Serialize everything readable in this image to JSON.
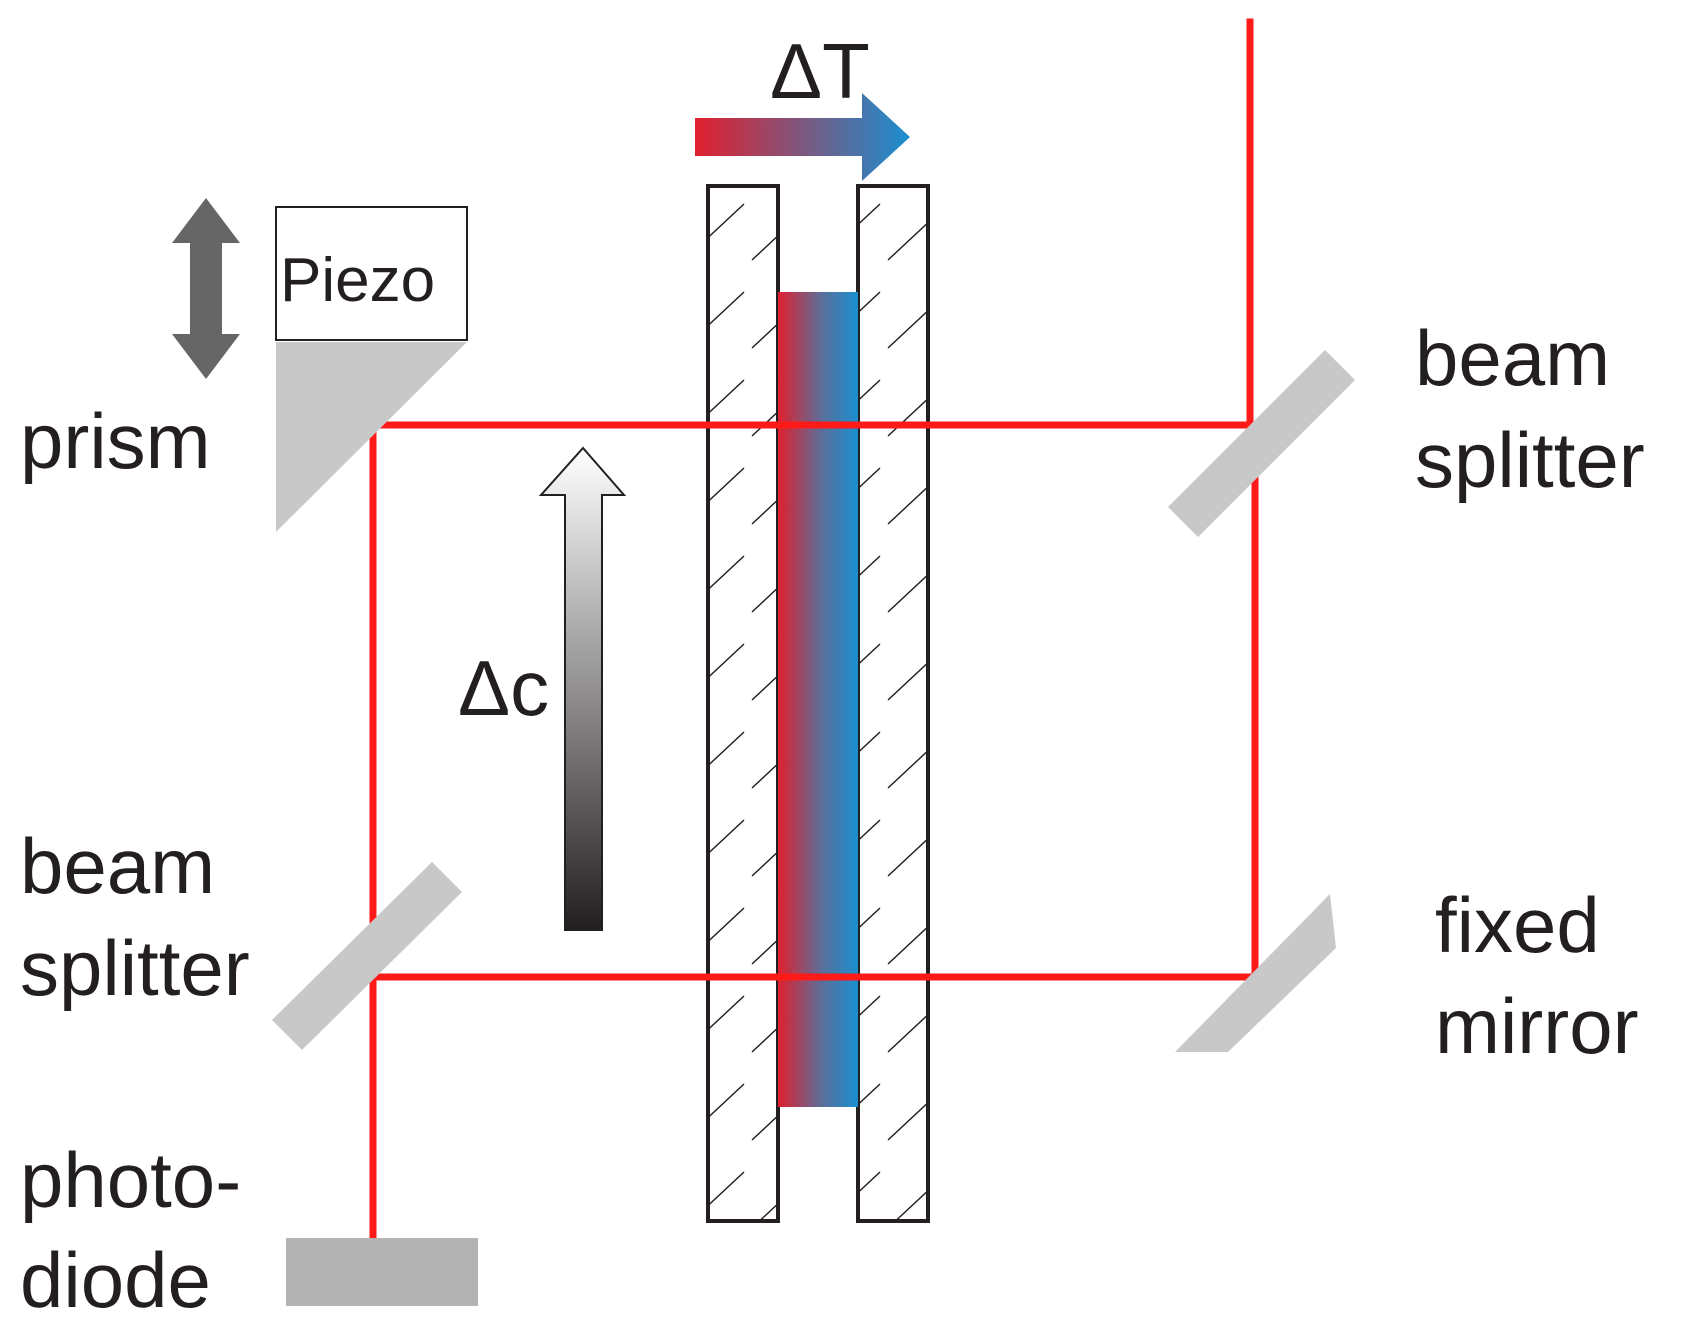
{
  "labels": {
    "delta_t": "ΔT",
    "piezo": "Piezo",
    "prism": "prism",
    "beam_splitter_top": [
      "beam",
      "splitter"
    ],
    "delta_c": "Δc",
    "beam_splitter_bottom": [
      "beam",
      "splitter"
    ],
    "fixed_mirror": [
      "fixed",
      "mirror"
    ],
    "photodiode": [
      "photo-",
      "diode"
    ]
  },
  "colors": {
    "laser": "#ff1a1a",
    "hot": "#e0202e",
    "cold": "#1a8fd0",
    "optic": "#c8c8c8",
    "arrow_dark": "#666666",
    "detector": "#b3b3b3",
    "outline": "#231f20"
  }
}
